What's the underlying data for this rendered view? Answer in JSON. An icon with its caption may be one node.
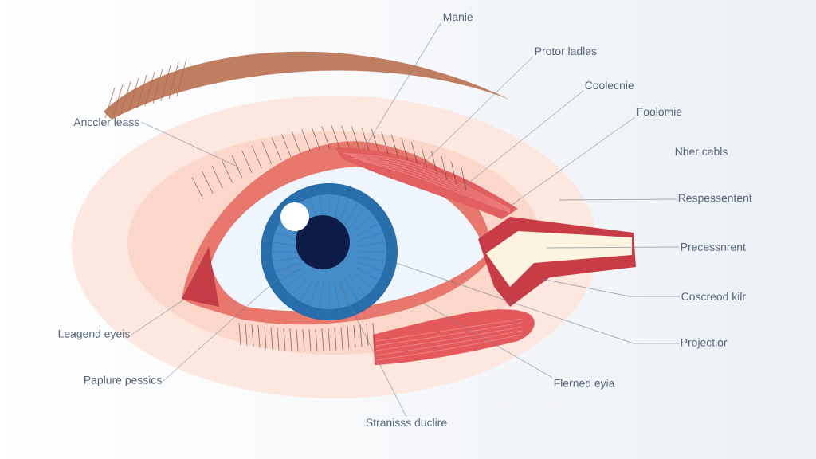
{
  "diagram": {
    "nodes": [
      {
        "text": [
          "Manie"
        ]
      },
      {
        "text": [
          "Protor ladles"
        ]
      },
      {
        "text": [
          "Coolecnie"
        ]
      },
      {
        "text": [
          "Foolomie"
        ]
      },
      {
        "text": [
          "Respessentent"
        ]
      },
      {
        "text": [
          "Precessnrent"
        ]
      },
      {
        "text": [
          "Coscreod kilr"
        ]
      },
      {
        "text": [
          "Projectior"
        ]
      },
      {
        "text": [
          "Flerned eyia"
        ]
      },
      {
        "text": [
          "Stranisss duclire"
        ]
      },
      {
        "text": [
          "Paplure pessics"
        ]
      },
      {
        "text": [
          "Leagend eyeis"
        ]
      },
      {
        "text": [
          "Anccler leass"
        ]
      }
    ],
    "edges": [
      {
        "from": 0,
        "to": null,
        "arrow": "none"
      },
      {
        "from": 1,
        "to": null,
        "arrow": "none"
      },
      {
        "from": 2,
        "to": null,
        "arrow": "none"
      },
      {
        "from": 3,
        "to": null,
        "arrow": "none"
      },
      {
        "from": 4,
        "to": null,
        "arrow": "none"
      },
      {
        "from": 5,
        "to": null,
        "arrow": "none"
      },
      {
        "from": 6,
        "to": null,
        "arrow": "none"
      },
      {
        "from": 7,
        "to": null,
        "arrow": "none"
      },
      {
        "from": 8,
        "to": null,
        "arrow": "none"
      },
      {
        "from": 9,
        "to": null,
        "arrow": "none"
      },
      {
        "from": 10,
        "to": null,
        "arrow": "none"
      },
      {
        "from": 11,
        "to": null,
        "arrow": "none"
      },
      {
        "from": 12,
        "to": null,
        "arrow": "none"
      }
    ],
    "labels": [
      "Nher cabls"
    ]
  }
}
